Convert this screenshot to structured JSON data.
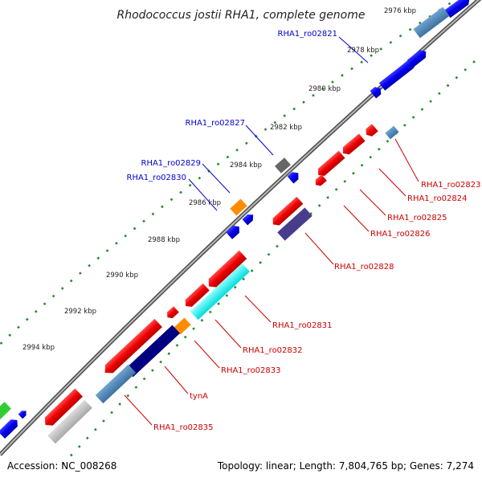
{
  "title": "Rhodococcus jostii RHA1, complete genome",
  "ticks": [
    "2976 kbp",
    "2978 kbp",
    "2980 kbp",
    "2982 kbp",
    "2984 kbp",
    "2986 kbp",
    "2988 kbp",
    "2990 kbp",
    "2992 kbp",
    "2994 kbp"
  ],
  "gene_labels": [
    {
      "text": "RHA1_ro02821",
      "color": "#0000cc"
    },
    {
      "text": "RHA1_ro02827",
      "color": "#0000cc"
    },
    {
      "text": "RHA1_ro02829",
      "color": "#0000cc"
    },
    {
      "text": "RHA1_ro02830",
      "color": "#0000cc"
    },
    {
      "text": "RHA1_ro02823",
      "color": "#cc0000"
    },
    {
      "text": "RHA1_ro02824",
      "color": "#cc0000"
    },
    {
      "text": "RHA1_ro02825",
      "color": "#cc0000"
    },
    {
      "text": "RHA1_ro02826",
      "color": "#cc0000"
    },
    {
      "text": "RHA1_ro02828",
      "color": "#cc0000"
    },
    {
      "text": "RHA1_ro02831",
      "color": "#cc0000"
    },
    {
      "text": "RHA1_ro02832",
      "color": "#cc0000"
    },
    {
      "text": "RHA1_ro02833",
      "color": "#cc0000"
    },
    {
      "text": "tynA",
      "color": "#cc0000"
    },
    {
      "text": "RHA1_ro02835",
      "color": "#cc0000"
    }
  ],
  "footer": {
    "accession": "Accession: NC_008268",
    "summary": "Topology: linear; Length: 7,804,765 bp; Genes: 7,274"
  },
  "colors": {
    "forward": "#0000ee",
    "reverse": "#ee0000",
    "backbone": "#888888",
    "tick_dots": "#228b22",
    "steelblue": "#4682b4",
    "orange": "#ff8c00",
    "cyan": "#00ffff",
    "navy": "#000080",
    "slate": "#483d8b",
    "gray": "#666666",
    "silver": "#c0c0c0",
    "green": "#32cd32"
  }
}
